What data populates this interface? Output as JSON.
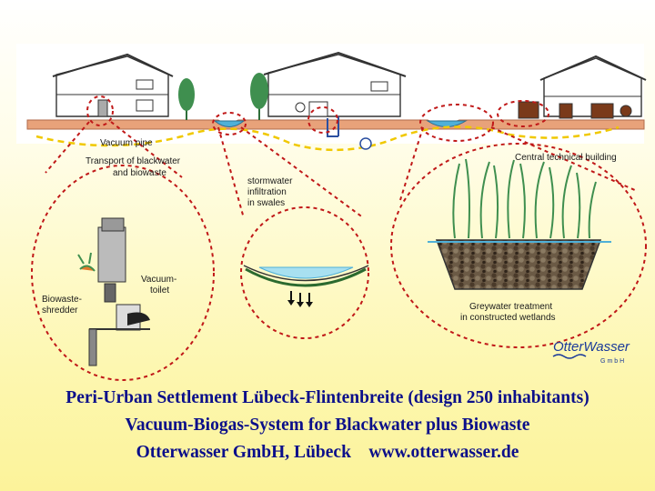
{
  "labels": {
    "vacuum_pipe": "Vacuum pipe",
    "transport_line1": "Transport of blackwater",
    "transport_line2": "and biowaste",
    "stormwater_line1": "stormwater",
    "stormwater_line2": "infiltration",
    "stormwater_line3": "in swales",
    "central_building": "Central technical building",
    "vacuum_toilet_line1": "Vacuum-",
    "vacuum_toilet_line2": "toilet",
    "biowaste_line1": "Biowaste-",
    "biowaste_line2": "shredder",
    "greywater_line1": "Greywater treatment",
    "greywater_line2": "in constructed wetlands"
  },
  "logo": {
    "name": "OtterWasser",
    "subtitle": "GmbH"
  },
  "caption": {
    "line1": "Peri-Urban Settlement Lübeck-Flintenbreite (design 250 inhabitants)",
    "line2": "Vacuum-Biogas-System for Blackwater plus Biowaste",
    "line3_company": "Otterwasser GmbH, Lübeck",
    "line3_url": "www.otterwasser.de"
  },
  "colors": {
    "caption_text": "#0b0f8a",
    "dashed_circle": "#c01818",
    "vacuum_line": "#f0c800",
    "ground": "#e8a27a",
    "water": "#4fb0d8",
    "plants": "#3f8f4f",
    "logo_text": "#1a3a9a"
  }
}
